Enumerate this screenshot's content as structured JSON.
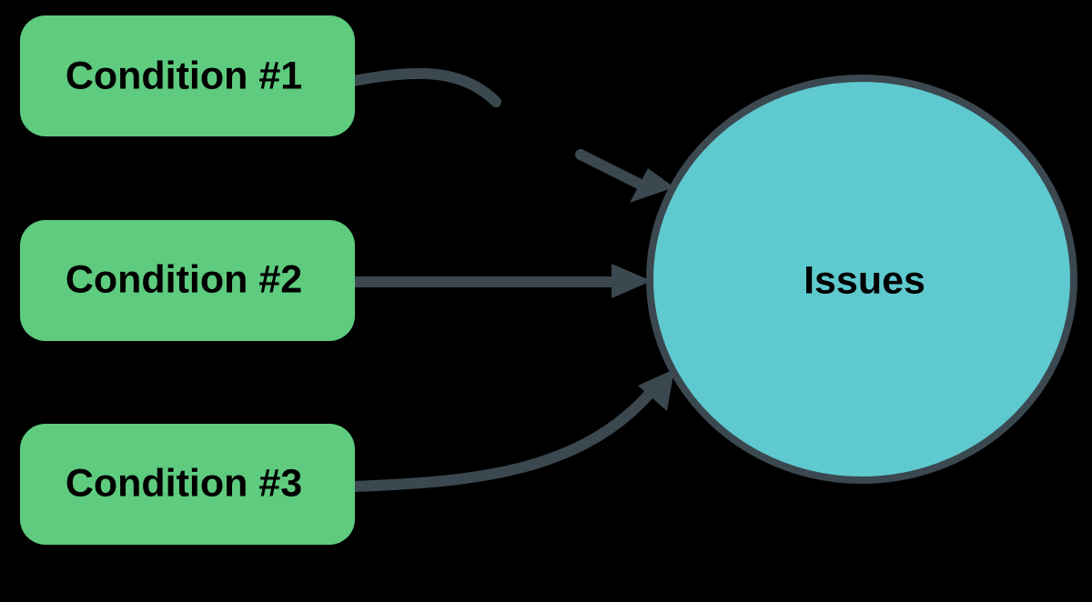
{
  "colors": {
    "background": "#000000",
    "condition_fill": "#5ecb7e",
    "issues_fill": "#5ecacf",
    "outline": "#3b4850",
    "text": "#000000"
  },
  "conditions": [
    {
      "label": "Condition #1",
      "connector": "broken-curve"
    },
    {
      "label": "Condition #2",
      "connector": "straight-arrow"
    },
    {
      "label": "Condition #3",
      "connector": "curved-arrow"
    }
  ],
  "issues": {
    "label": "Issues"
  }
}
